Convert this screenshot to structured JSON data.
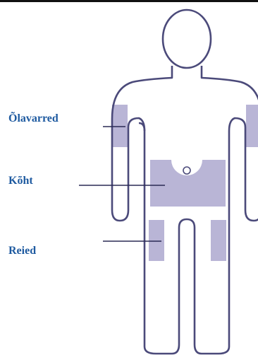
{
  "labels": {
    "upper_arms": "Õlavarred",
    "abdomen": "Kõht",
    "thighs": "Reied"
  },
  "colors": {
    "outline": "#4b4a7a",
    "zone_fill": "#b9b5d6",
    "label_text": "#1e5aa0",
    "pointer_line": "#2b2b55",
    "top_rule": "#111111"
  }
}
